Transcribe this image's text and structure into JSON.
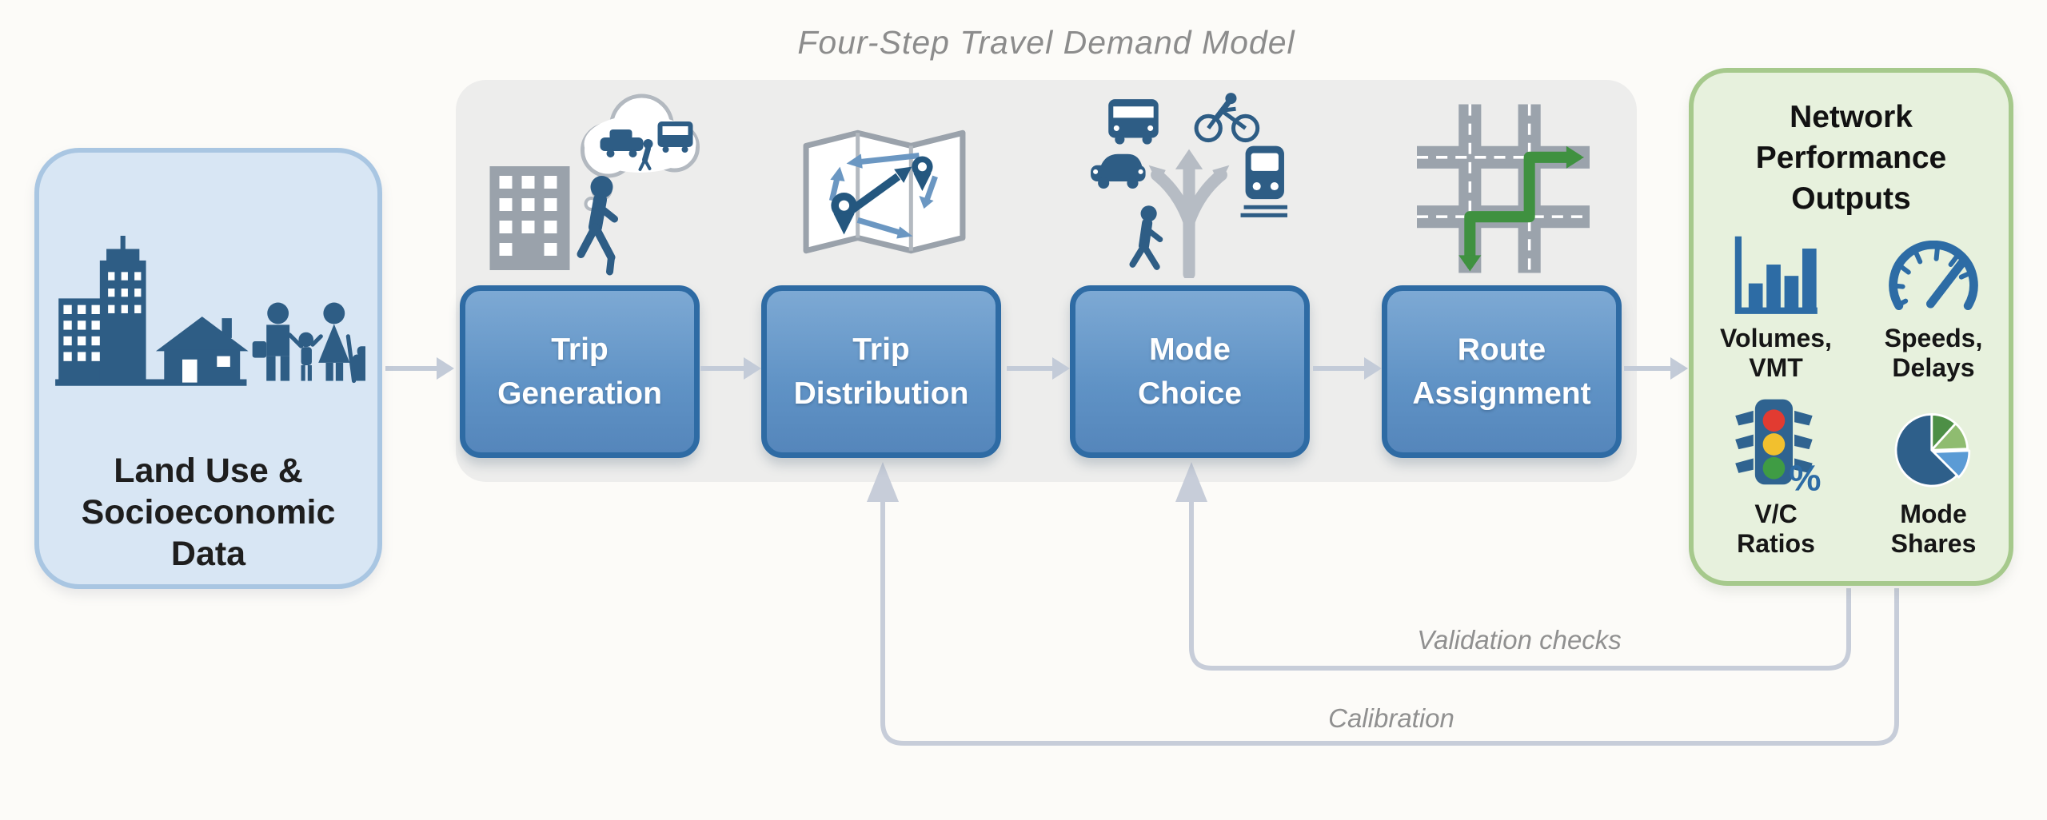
{
  "title": "Four-Step Travel Demand Model",
  "input_box": {
    "icon": "city-family-icon",
    "label_lines": [
      "Land Use &",
      "Socioeconomic",
      "Data"
    ]
  },
  "process": {
    "steps": [
      {
        "icon": "building-walker-thought-bubble-icon",
        "line1": "Trip",
        "line2": "Generation"
      },
      {
        "icon": "map-pins-arrows-icon",
        "line1": "Trip",
        "line2": "Distribution"
      },
      {
        "icon": "transport-modes-branch-arrow-icon",
        "line1": "Mode",
        "line2": "Choice"
      },
      {
        "icon": "road-grid-green-route-icon",
        "line1": "Route",
        "line2": "Assignment"
      }
    ]
  },
  "outputs_box": {
    "title_lines": [
      "Network",
      "Performance",
      "Outputs"
    ],
    "items": [
      {
        "icon": "bar-chart-icon",
        "line1": "Volumes,",
        "line2": "VMT"
      },
      {
        "icon": "speedometer-icon",
        "line1": "Speeds,",
        "line2": "Delays"
      },
      {
        "icon": "traffic-light-percent-icon",
        "line1": "V/C",
        "line2": "Ratios",
        "percent": "%"
      },
      {
        "icon": "pie-chart-icon",
        "line1": "Mode",
        "line2": "Shares"
      }
    ]
  },
  "feedback": {
    "validation_label": "Validation checks",
    "calibration_label": "Calibration"
  },
  "colors": {
    "step_box_fill": "#6496c8",
    "step_box_border": "#2e6ba4",
    "input_box_fill": "#d8e6f4",
    "input_box_border": "#a9c6e2",
    "outputs_box_fill": "#e7f1dd",
    "outputs_box_border": "#a6c98c",
    "container_fill": "#ededec",
    "icon_dark_blue": "#2e5d85",
    "icon_gray": "#9aa2ab",
    "route_green": "#3f9140",
    "connector_gray": "#c3cbd8",
    "feedback_gray": "#c7cdd9",
    "title_gray": "#8c8c8c",
    "traffic_red": "#e23b31",
    "traffic_yellow": "#f2c02e",
    "traffic_green": "#3f9c44",
    "pie_dark_blue": "#2e5f8a",
    "pie_light_blue": "#5b9bd5",
    "pie_dark_green": "#4d8f46",
    "pie_light_green": "#8fbc70"
  }
}
